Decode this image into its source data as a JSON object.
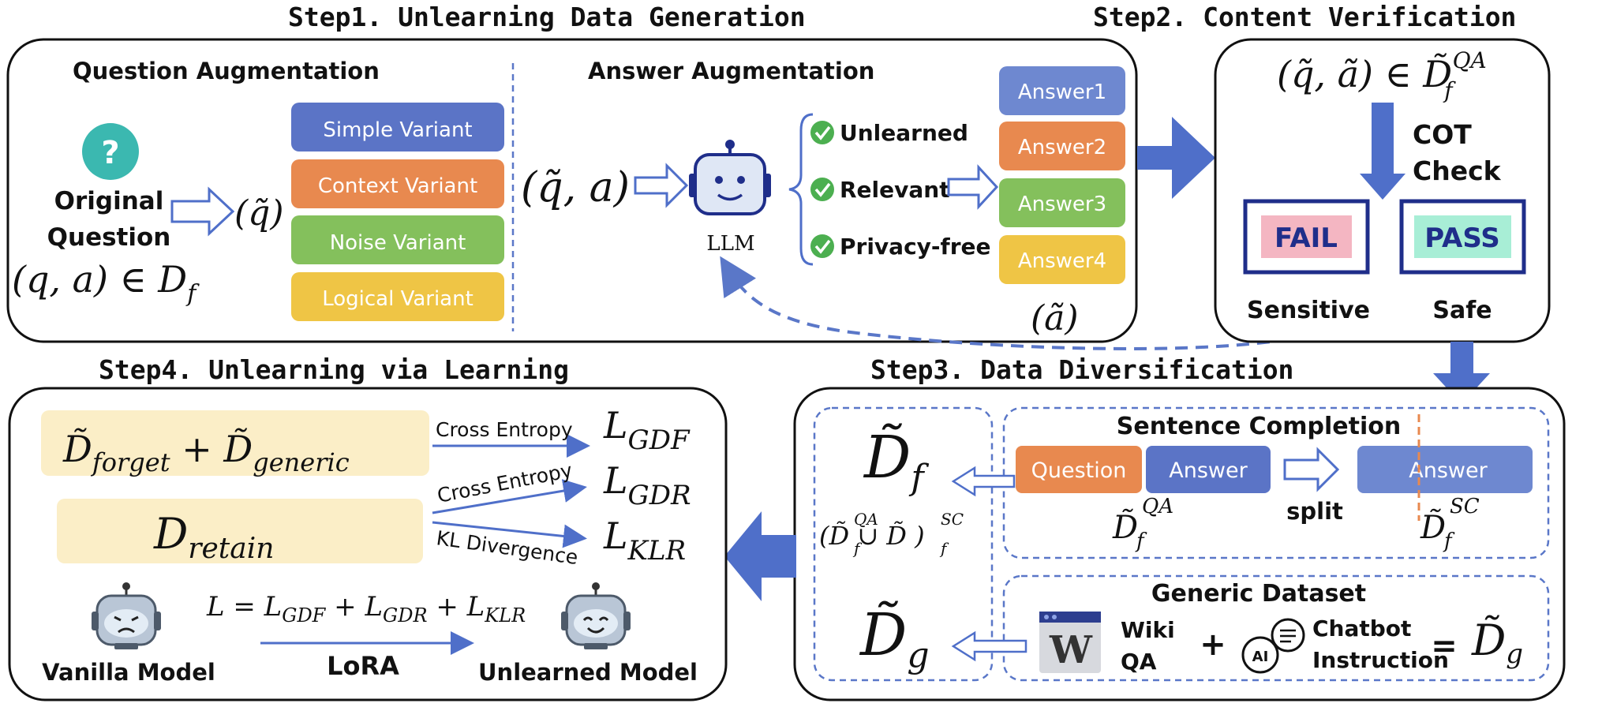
{
  "steps": {
    "step1": "Step1. Unlearning Data Generation",
    "step2": "Step2. Content Verification",
    "step3": "Step3. Data Diversification",
    "step4": "Step4. Unlearning via Learning"
  },
  "step1": {
    "question_aug_title": "Question Augmentation",
    "answer_aug_title": "Answer Augmentation",
    "original_question": [
      "Original",
      "Question"
    ],
    "question_glyph": "?",
    "qa_in_df": "(q, a) ∈ D",
    "qa_in_df_sub": "f",
    "q_tilde": "(q̃)",
    "variants": [
      {
        "label": "Simple Variant",
        "color": "#5b74c6"
      },
      {
        "label": "Context Variant",
        "color": "#e8894f"
      },
      {
        "label": "Noise Variant",
        "color": "#84c05c"
      },
      {
        "label": "Logical Variant",
        "color": "#efc545"
      }
    ],
    "qtilde_a": "(q̃, a)",
    "llm_label": "LLM",
    "criteria": [
      "Unlearned",
      "Relevant",
      "Privacy-free"
    ],
    "answers": [
      {
        "label": "Answer1",
        "color": "#6e88d0"
      },
      {
        "label": "Answer2",
        "color": "#e8894f"
      },
      {
        "label": "Answer3",
        "color": "#84c05c"
      },
      {
        "label": "Answer4",
        "color": "#efc545"
      }
    ],
    "a_tilde": "(ã)"
  },
  "step2": {
    "pair_label": "(q̃, ã) ∈ D̃",
    "pair_sub": "f",
    "pair_sup": "QA",
    "cot_check": [
      "COT",
      "Check"
    ],
    "fail_label": "FAIL",
    "pass_label": "PASS",
    "sensitive_label": "Sensitive",
    "safe_label": "Safe"
  },
  "step3": {
    "sentence_completion_title": "Sentence Completion",
    "question_label": "Question",
    "answer_label": "Answer",
    "split_label": "split",
    "answer_split_label": "Answer",
    "df_symbol": "D̃",
    "df_sub": "f",
    "union_label": "(D̃  ∪ D̃  )",
    "union_sup_left": "QA",
    "union_sup_right": "SC",
    "union_sub_left": "f",
    "union_sub_right": "f",
    "dfqa_sup": "QA",
    "dfqa_sub": "f",
    "dfsc_sup": "SC",
    "dfsc_sub": "f",
    "generic_title": "Generic Dataset",
    "wiki_label": [
      "Wiki",
      "QA"
    ],
    "wiki_logo": "W",
    "chatbot_label": [
      "Chatbot",
      "Instruction"
    ],
    "chatbot_icon_text": "AI",
    "plus": "+",
    "equals": "=",
    "dg_symbol": "D̃",
    "dg_sub": "g"
  },
  "step4": {
    "forget_generic": "D̃forget + D̃generic",
    "forget_sub": "forget",
    "generic_sub": "generic",
    "retain_main": "D",
    "retain_sub": "retain",
    "ce1": "Cross Entropy",
    "ce2": "Cross Entropy",
    "kl": "KL Divergence",
    "l_gdf_main": "L",
    "l_gdf_sub": "GDF",
    "l_gdr_main": "L",
    "l_gdr_sub": "GDR",
    "l_klr_main": "L",
    "l_klr_sub": "KLR",
    "loss_equation": "L = L",
    "loss_terms": [
      "GDF",
      "GDR",
      "KLR"
    ],
    "lora_label": "LoRA",
    "vanilla_label": "Vanilla Model",
    "unlearned_label": "Unlearned Model"
  },
  "colors": {
    "arrow_blue": "#4f6fc9",
    "dashed_blue": "#5a77c8",
    "fail_fill": "#f4b6c2",
    "pass_fill": "#a8eed6",
    "box_navy": "#1f2e8a",
    "teal_circle": "#3bb8b0",
    "check_green": "#4caf50",
    "cream": "#fbeec7",
    "split_orange": "#e8894f"
  }
}
